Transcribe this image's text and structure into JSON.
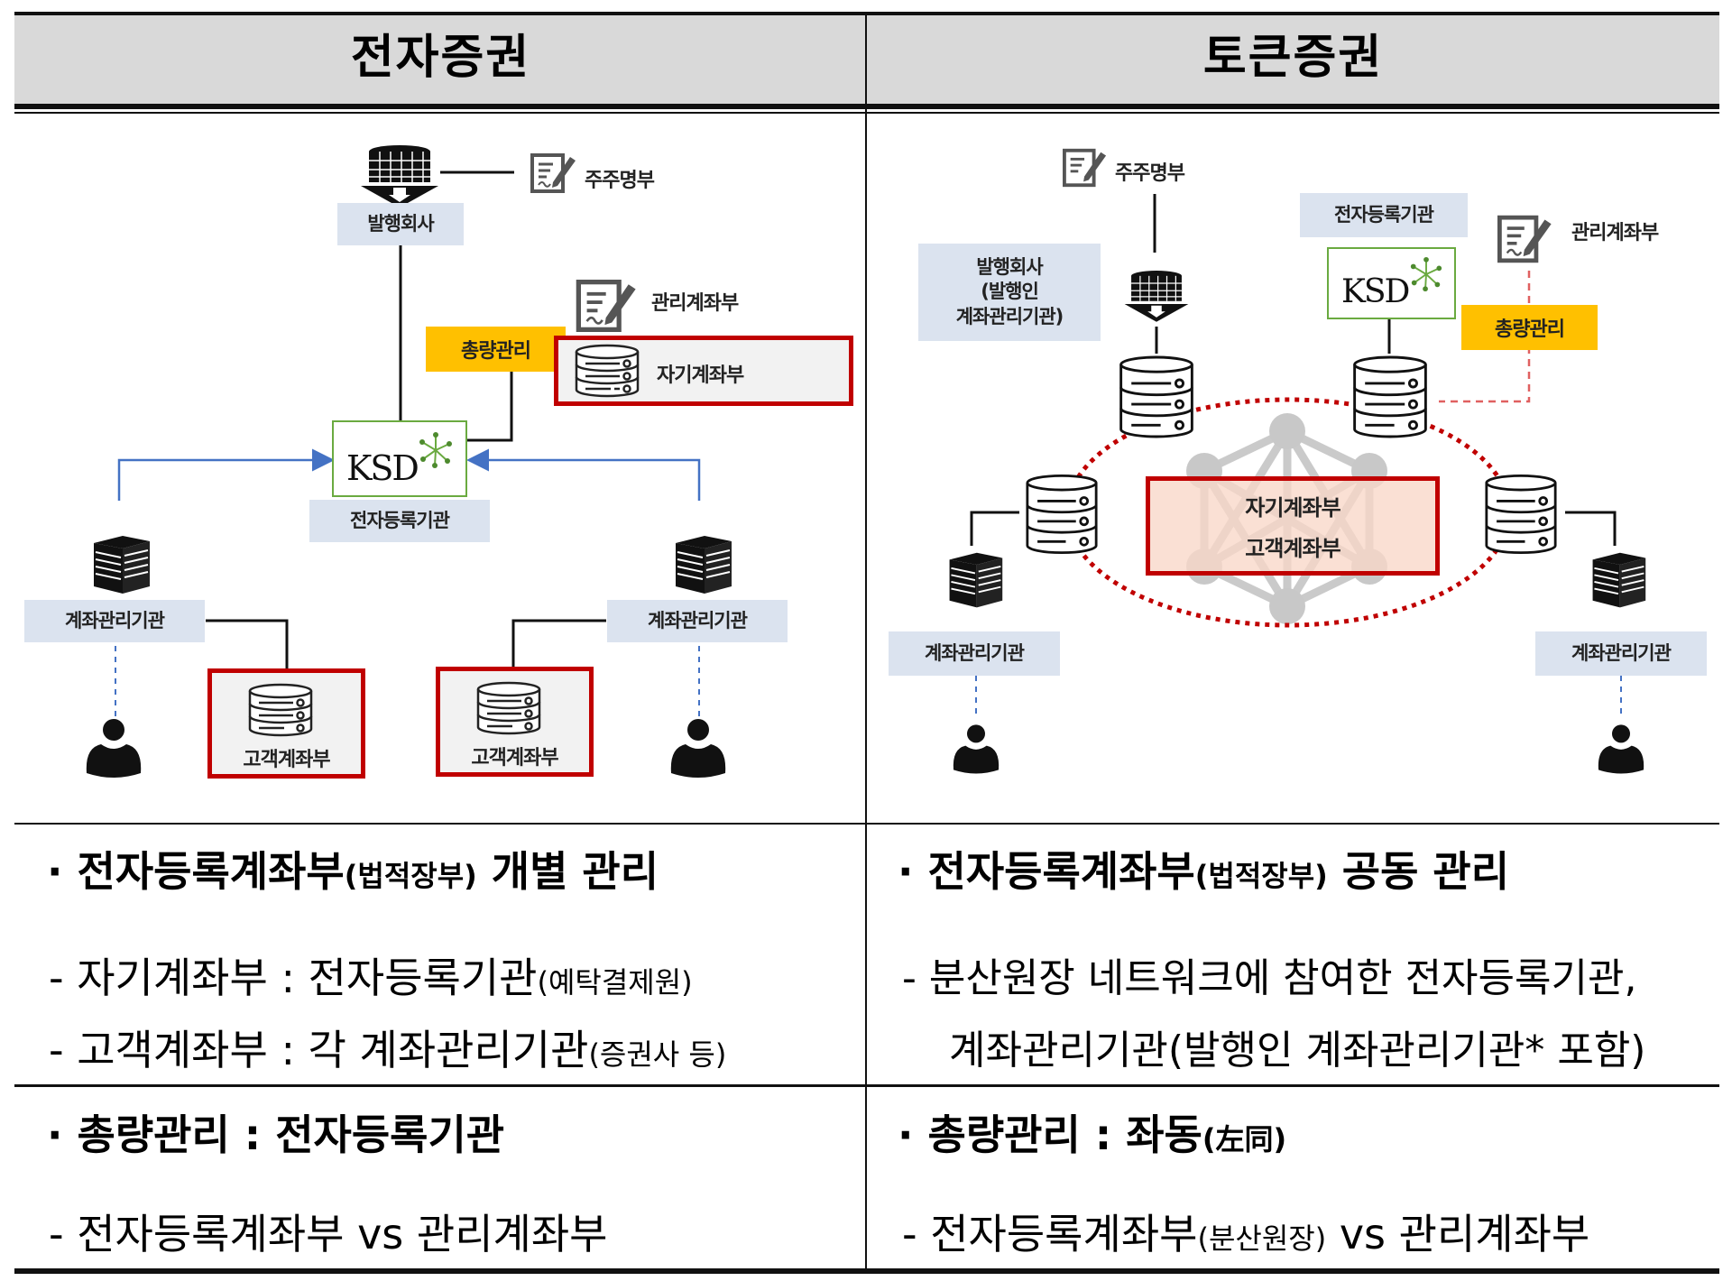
{
  "header": {
    "left_title": "전자증권",
    "right_title": "토큰증권"
  },
  "left_diagram": {
    "issuer_label": "발행회사",
    "shareholder_registry": "주주명부",
    "management_ledger": "관리계좌부",
    "total_management": "총량관리",
    "own_account_ledger": "자기계좌부",
    "ksd_logo": "KSD",
    "registry_institution": "전자등록기관",
    "account_institution_left": "계좌관리기관",
    "account_institution_right": "계좌관리기관",
    "customer_ledger_left": "고객계좌부",
    "customer_ledger_right": "고객계좌부"
  },
  "right_diagram": {
    "shareholder_registry": "주주명부",
    "issuer_label_lines": [
      "발행회사",
      "(발행인",
      "계좌관리기관)"
    ],
    "registry_institution": "전자등록기관",
    "ksd_logo": "KSD",
    "management_ledger": "관리계좌부",
    "total_management": "총량관리",
    "network_box_lines": [
      "자기계좌부",
      "고객계좌부"
    ],
    "account_institution_left": "계좌관리기관",
    "account_institution_right": "계좌관리기관"
  },
  "row1": {
    "left": {
      "bullet": "·",
      "heading_main": "전자등록계좌부",
      "heading_paren": "(법적장부)",
      "heading_tail": " 개별 관리",
      "items": [
        {
          "main": "- 자기계좌부 : 전자등록기관",
          "paren": "(예탁결제원)"
        },
        {
          "main": "- 고객계좌부 : 각 계좌관리기관",
          "paren": "(증권사 등)"
        }
      ]
    },
    "right": {
      "bullet": "·",
      "heading_main": "전자등록계좌부",
      "heading_paren": "(법적장부)",
      "heading_tail": " 공동 관리",
      "line1": "-  분산원장  네트워크에  참여한  전자등록기관,",
      "line2": "계좌관리기관(발행인 계좌관리기관* 포함)"
    }
  },
  "row2": {
    "left": {
      "bullet": "·",
      "heading": "총량관리 : 전자등록기관",
      "item": "- 전자등록계좌부 vs 관리계좌부"
    },
    "right": {
      "bullet": "·",
      "heading_main": "총량관리 : 좌동",
      "heading_paren": "(左同)",
      "item_main1": "- 전자등록계좌부",
      "item_paren": "(분산원장)",
      "item_main2": " vs 관리계좌부"
    }
  },
  "colors": {
    "header_bg": "#d9d9d9",
    "label_bg": "#dbe3ef",
    "highlight_yellow": "#ffc000",
    "ledger_red": "#c00000",
    "ksd_green": "#6aaa40",
    "arrow_blue": "#4472c4",
    "network_box_bg": "#f8dcd0"
  }
}
